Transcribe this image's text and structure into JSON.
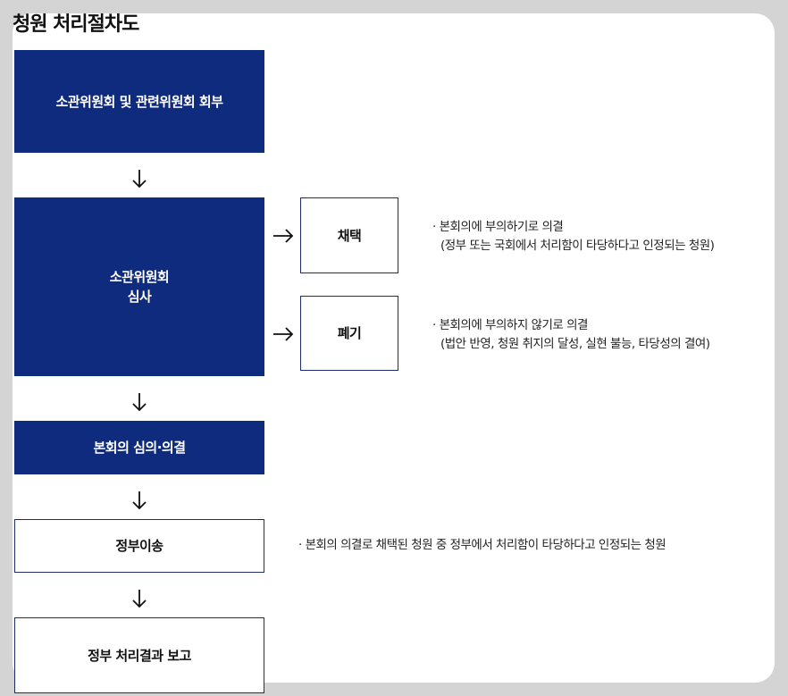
{
  "title": "청원 처리절차도",
  "steps": {
    "committee_referral": "소관위원회 및 관련위원회 회부",
    "committee_review": "소관위원회\n심사",
    "plenary": "본회의 심의·의결",
    "government_transfer": "정부이송",
    "government_report": "정부 처리결과 보고"
  },
  "branches": {
    "adopt": {
      "label": "채택",
      "note_line1": "· 본회의에 부의하기로 의결",
      "note_line2": "(정부 또는 국회에서 처리함이 타당하다고 인정되는 청원)"
    },
    "discard": {
      "label": "폐기",
      "note_line1": "· 본회의에 부의하지 않기로 의결",
      "note_line2": "(법안 반영, 청원 취지의 달성, 실현 불능, 타당성의 결여)"
    }
  },
  "transfer_note": "· 본회의 의결로 채택된 청원 중 정부에서 처리함이 타당하다고 인정되는 청원",
  "colors": {
    "navy": "#0f2b7d",
    "border": "#1a2f6b",
    "background": "#d4d4d4"
  }
}
